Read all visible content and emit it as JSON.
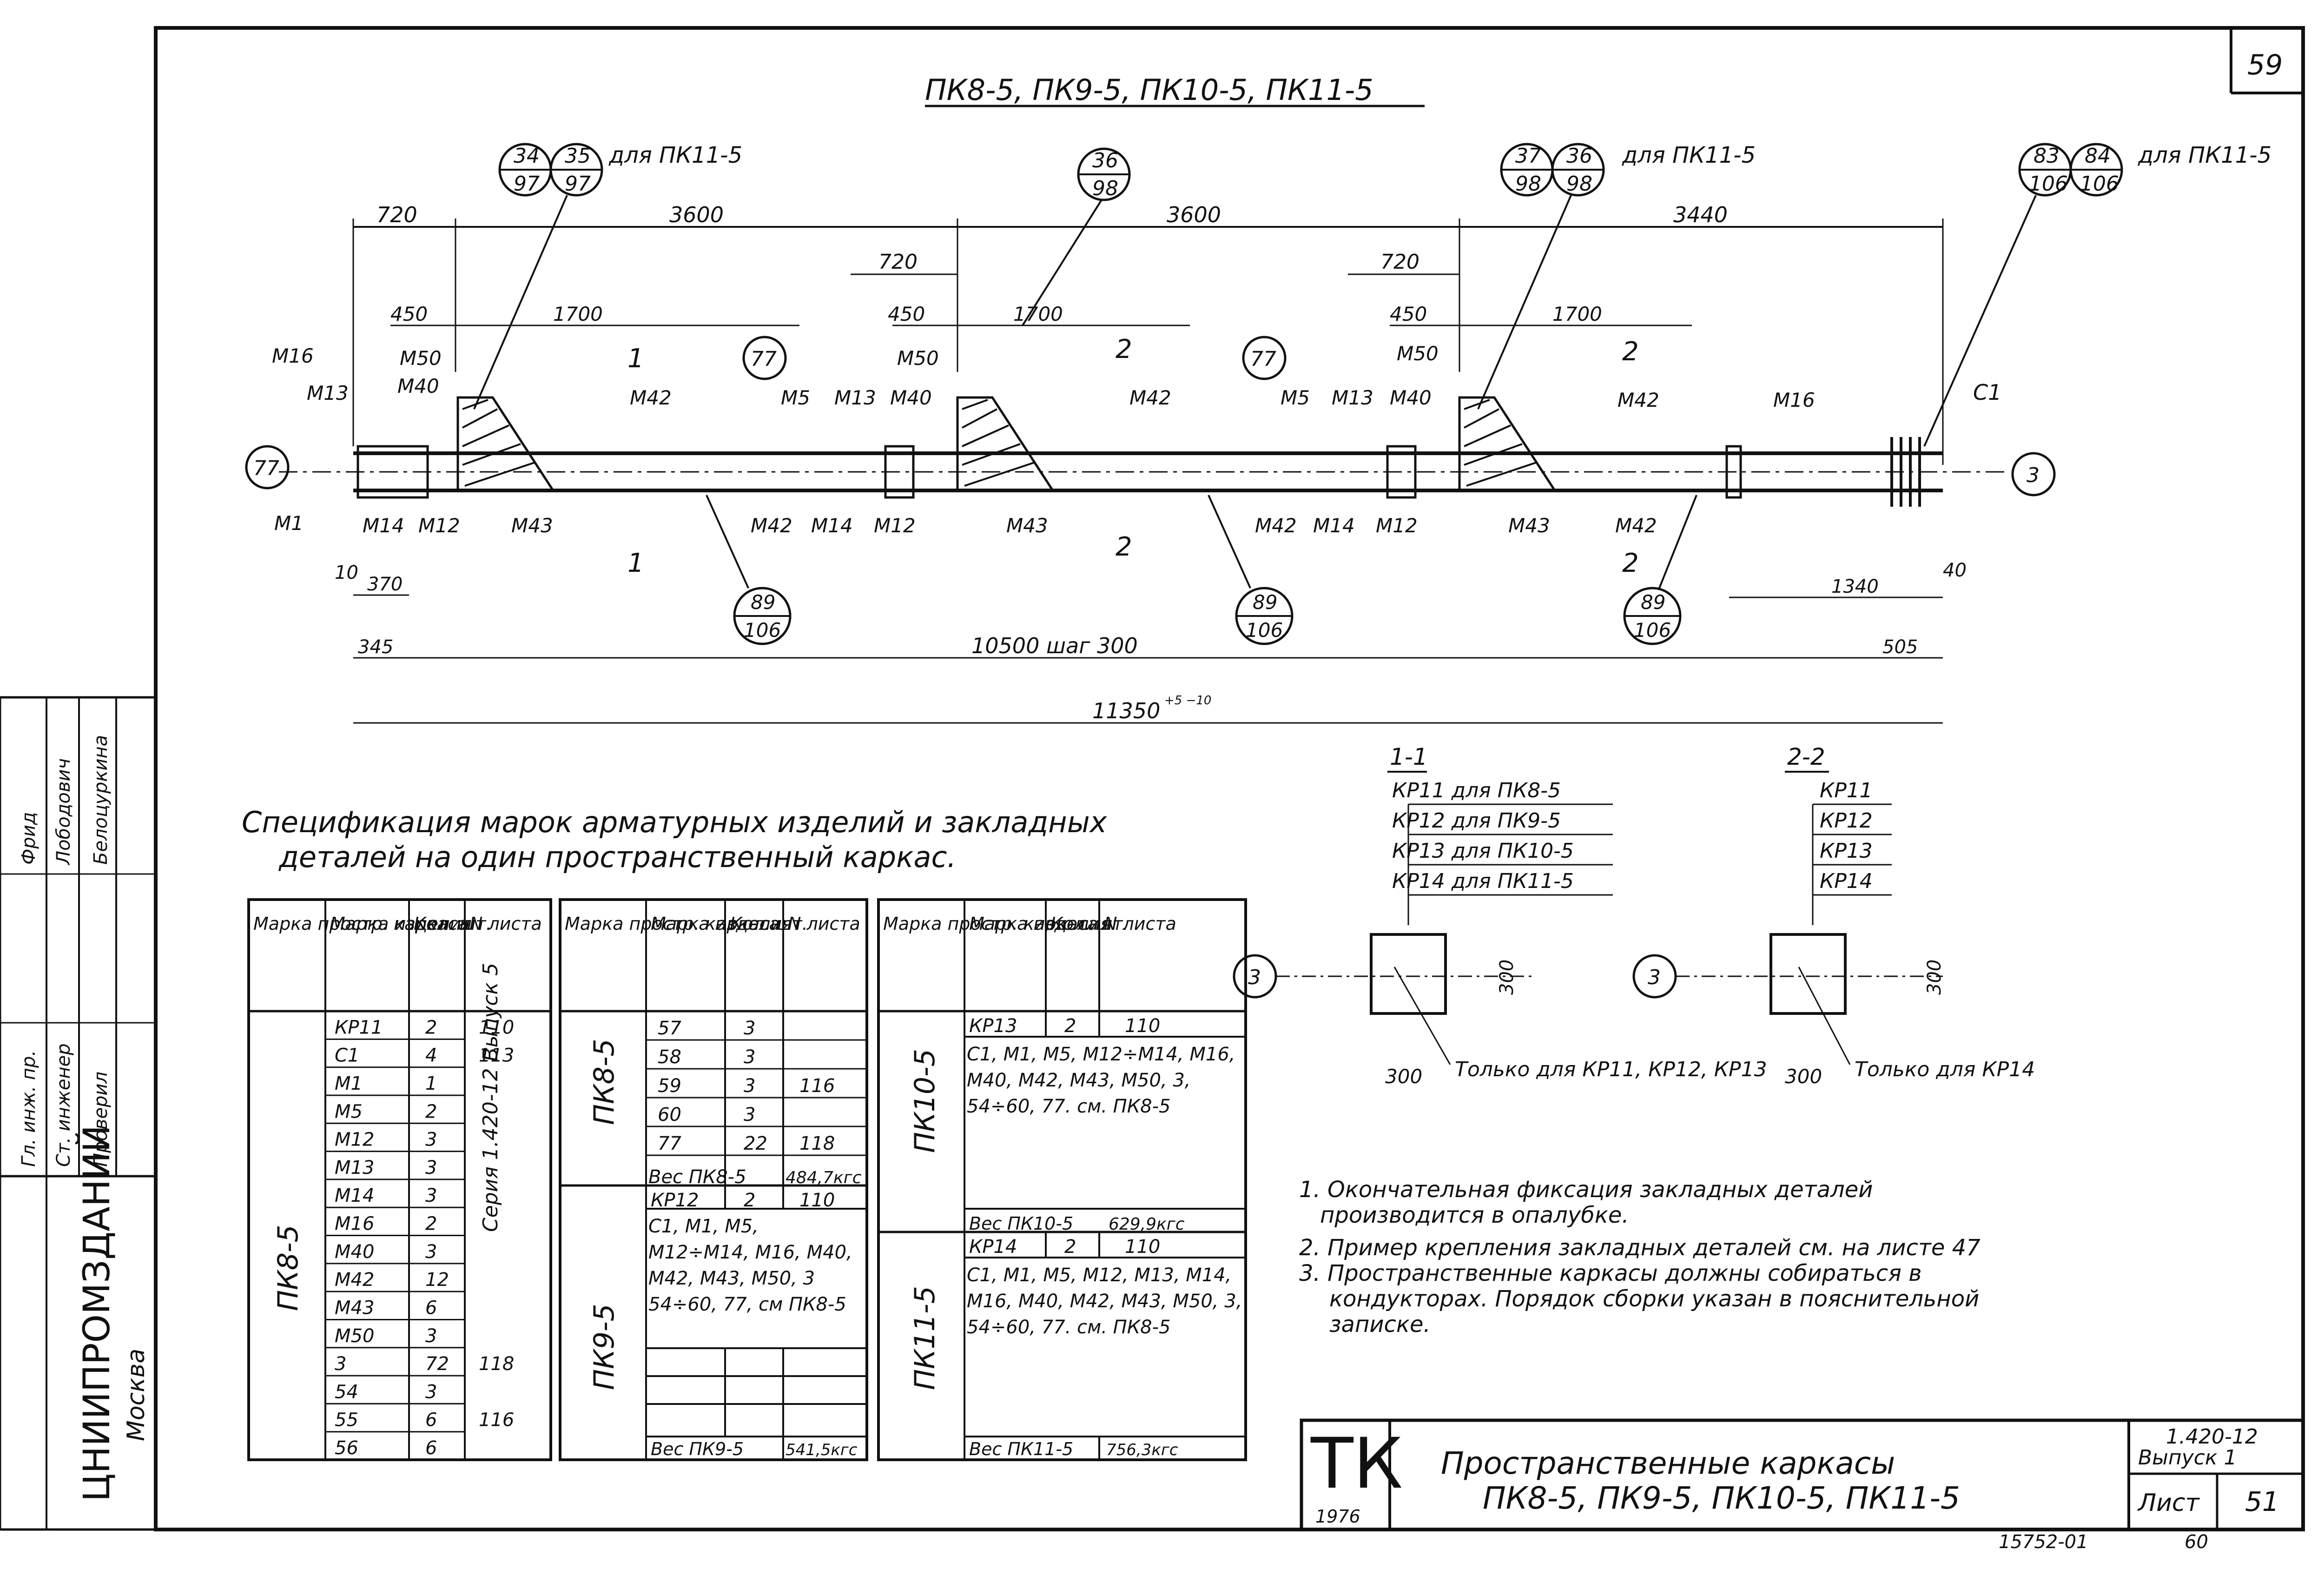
{
  "sheet_corner_number": "59",
  "main_title": "ПК8-5, ПК9-5, ПК10-5, ПК11-5",
  "elevation": {
    "top_callouts": [
      {
        "num": "34",
        "den": "97"
      },
      {
        "num": "35",
        "den": "97"
      },
      {
        "num": "36",
        "den": "98"
      },
      {
        "num": "37",
        "den": "98"
      },
      {
        "num": "36",
        "den": "98"
      },
      {
        "num": "83",
        "den": "106"
      },
      {
        "num": "84",
        "den": "106"
      }
    ],
    "note_pk11_a": "для ПК11-5",
    "note_pk11_b": "для ПК11-5",
    "note_pk11_c": "для ПК11-5",
    "dims_top": [
      "720",
      "3600",
      "3600",
      "3440"
    ],
    "dims_second": [
      "720",
      "720"
    ],
    "dims_third": [
      "450",
      "1700",
      "450",
      "1700",
      "450",
      "1700"
    ],
    "section_marks": [
      "1",
      "1",
      "2",
      "2",
      "2",
      "2"
    ],
    "circle_77": "77",
    "circle_3": "3",
    "labels_top": [
      "М16",
      "М13",
      "М50",
      "М40",
      "М42",
      "М5",
      "М13",
      "М50",
      "М40",
      "М42",
      "М5",
      "М13",
      "М50",
      "М40",
      "М42",
      "М16",
      "С1"
    ],
    "labels_bottom": [
      "М1",
      "М14",
      "М12",
      "М43",
      "М42",
      "М14",
      "М12",
      "М43",
      "М42",
      "М14",
      "М12",
      "М43",
      "М42"
    ],
    "bottom_callouts": [
      {
        "num": "89",
        "den": "106"
      },
      {
        "num": "89",
        "den": "106"
      },
      {
        "num": "89",
        "den": "106"
      }
    ],
    "dims_bottom": [
      "10",
      "370",
      "345",
      "1340",
      "40",
      "505"
    ],
    "dim_step": "10500  шаг 300",
    "dim_total": "11350",
    "dim_total_tol": "+5 −10"
  },
  "sections": {
    "s11": {
      "title": "1-1",
      "frames": [
        "КР11 для ПК8-5",
        "КР12 для ПК9-5",
        "КР13 для ПК10-5",
        "КР14 для ПК11-5"
      ],
      "axis": "3",
      "dim_w": "300",
      "dim_h": "300",
      "note": "Только для КР11, КР12, КР13"
    },
    "s22": {
      "title": "2-2",
      "frames": [
        "КР11",
        "КР12",
        "КР13",
        "КР14"
      ],
      "axis": "3",
      "dim_w": "300",
      "dim_h": "300",
      "note": "Только для КР14"
    }
  },
  "spec": {
    "heading_line1": "Спецификация марок арматурных изделий и закладных",
    "heading_line2": "деталей на один пространственный каркас.",
    "headers": [
      "Марка простр. каркаса",
      "Марка изделия",
      "Кол. шт.",
      "N листа"
    ],
    "t1": {
      "frame": "ПК8-5",
      "rows": [
        [
          "КР11",
          "2",
          "110"
        ],
        [
          "С1",
          "4",
          "113"
        ],
        [
          "М1",
          "1",
          ""
        ],
        [
          "М5",
          "2",
          ""
        ],
        [
          "М12",
          "3",
          ""
        ],
        [
          "М13",
          "3",
          ""
        ],
        [
          "М14",
          "3",
          ""
        ],
        [
          "М16",
          "2",
          ""
        ],
        [
          "М40",
          "3",
          ""
        ],
        [
          "М42",
          "12",
          ""
        ],
        [
          "М43",
          "6",
          ""
        ],
        [
          "М50",
          "3",
          ""
        ],
        [
          "3",
          "72",
          "118"
        ],
        [
          "54",
          "3",
          ""
        ],
        [
          "55",
          "6",
          "116"
        ],
        [
          "56",
          "6",
          ""
        ]
      ],
      "series": "Серия 1.420-12 Выпуск 5"
    },
    "t2": {
      "frame_a": "ПК8-5",
      "rows_a": [
        [
          "57",
          "3",
          ""
        ],
        [
          "58",
          "3",
          ""
        ],
        [
          "59",
          "3",
          "116"
        ],
        [
          "60",
          "3",
          ""
        ],
        [
          "77",
          "22",
          "118"
        ]
      ],
      "weight_a": [
        "Вес ПК8-5",
        "484,7кгс"
      ],
      "frame_b": "ПК9-5",
      "row_b": [
        "КР12",
        "2",
        "110"
      ],
      "list_b": "С1, М1, М5, М12÷М14, М16, М40, М42, М43, М50, 3 54÷60, 77, см ПК8-5",
      "weight_b": [
        "Вес ПК9-5",
        "541,5кгс"
      ]
    },
    "t3": {
      "frame_a": "ПК10-5",
      "row_a": [
        "КР13",
        "2",
        "110"
      ],
      "list_a": "С1, М1, М5, М12÷М14, М16, М40, М42, М43, М50, 3, 54÷60, 77. см. ПК8-5",
      "weight_a": [
        "Вес ПК10-5",
        "629,9кгс"
      ],
      "frame_b": "ПК11-5",
      "row_b": [
        "КР14",
        "2",
        "110"
      ],
      "list_b": "С1, М1, М5, М12, М13, М14, М16, М40, М42, М43, М50, 3, 54÷60, 77. см. ПК8-5",
      "weight_b": [
        "Вес ПК11-5",
        "756,3кгс"
      ]
    }
  },
  "notes": [
    "1. Окончательная фиксация закладных деталей",
    "производится в опалубке.",
    "2. Пример крепления закладных деталей см. на листе 47",
    "3. Пространственные каркасы должны собираться в",
    "кондукторах. Порядок сборки указан в пояснительной",
    "записке."
  ],
  "title_block": {
    "tk": "ТК",
    "year": "1976",
    "name_line1": "Пространственные каркасы",
    "name_line2": "ПК8-5, ПК9-5, ПК10-5, ПК11-5",
    "series": "1.420-12",
    "issue": "Выпуск 1",
    "sheet_label": "Лист",
    "sheet_no": "51",
    "archive_no": "15752-01",
    "bottom_page": "60"
  },
  "side_stamp": {
    "org": "ЦНИИПРОМЗДАНИЙ",
    "city": "Москва",
    "roles": [
      "Гл. инж. пр.",
      "Ст. инженер",
      "Проверил"
    ],
    "names": [
      "Фрид",
      "Лободович",
      "Белоцуркина"
    ]
  }
}
